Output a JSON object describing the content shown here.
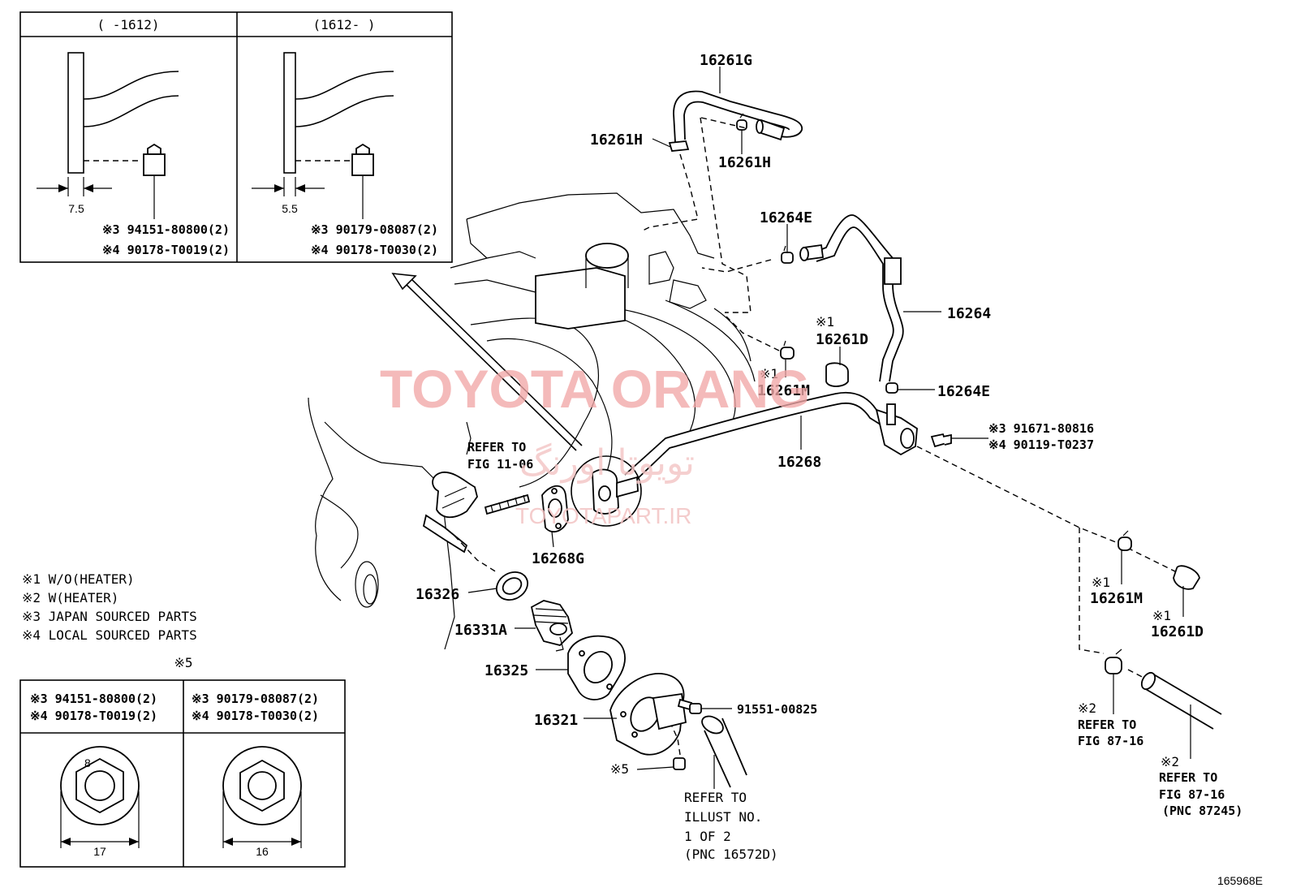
{
  "inset_top": {
    "left_header": "(      -1612)",
    "right_header": "(1612-      )",
    "left_dim": "7.5",
    "right_dim": "5.5",
    "left_part_a": "※3 94151-80800(2)",
    "left_part_b": "※4 90178-T0019(2)",
    "right_part_a": "※3 90179-08087(2)",
    "right_part_b": "※4 90178-T0030(2)"
  },
  "inset_bottom": {
    "title": "※5",
    "left_part_a": "※3 94151-80800(2)",
    "left_part_b": "※4 90178-T0019(2)",
    "right_part_a": "※3 90179-08087(2)",
    "right_part_b": "※4 90178-T0030(2)",
    "left_inner": "8",
    "left_width": "17",
    "right_width": "16"
  },
  "legend": [
    "※1 W/O(HEATER)",
    "※2 W(HEATER)",
    "※3 JAPAN SOURCED PARTS",
    "※4 LOCAL SOURCED PARTS"
  ],
  "parts": {
    "p16261G": "16261G",
    "p16261H_a": "16261H",
    "p16261H_b": "16261H",
    "p16264E_a": "16264E",
    "p16264": "16264",
    "p16264E_b": "16264E",
    "p16261D_a_mark": "※1",
    "p16261D_a": "16261D",
    "p16261M_a_mark": "※1",
    "p16261M_a": "16261M",
    "p16268": "16268",
    "bolt_a": "※3  91671-80816",
    "bolt_b": "※4  90119-T0237",
    "p16268G": "16268G",
    "p16326": "16326",
    "p16331A": "16331A",
    "p16325": "16325",
    "p16321": "16321",
    "p91551": "91551-00825",
    "mark5": "※5",
    "p16261M_b_mark": "※1",
    "p16261M_b": "16261M",
    "p16261D_b_mark": "※1",
    "p16261D_b": "16261D"
  },
  "refs": {
    "refer_11_06_a": "REFER TO",
    "refer_11_06_b": "FIG 11-06",
    "refer_illust_a": "REFER TO",
    "refer_illust_b": "ILLUST NO.",
    "refer_illust_c": "1 OF 2",
    "refer_illust_d": "(PNC 16572D)",
    "refer_87_a_mark": "※2",
    "refer_87_a_1": "REFER TO",
    "refer_87_a_2": "FIG 87-16",
    "refer_87_b_mark": "※2",
    "refer_87_b_1": "REFER TO",
    "refer_87_b_2": "FIG 87-16",
    "refer_87_b_3": "(PNC 87245)"
  },
  "watermark": {
    "main": "TOYOTA ORANG",
    "farsi": "تویوتا اورنگ",
    "url": "TOYOTAPART.IR"
  },
  "figure_id": "165968E"
}
